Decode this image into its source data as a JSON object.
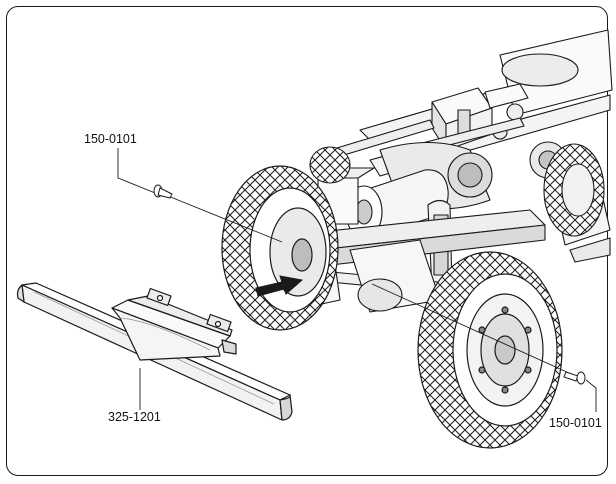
{
  "callouts": {
    "screw_top_left": "150-0101",
    "bumper": "325-1201",
    "screw_bottom_right": "150-0101"
  },
  "colors": {
    "ink": "#1a1a1a",
    "shade": "#9a9a9a",
    "light_shade": "#d8d8d8",
    "arrow": "#1a1a1a"
  },
  "icons": {
    "assembly_arrow": "arrow-right-icon"
  }
}
